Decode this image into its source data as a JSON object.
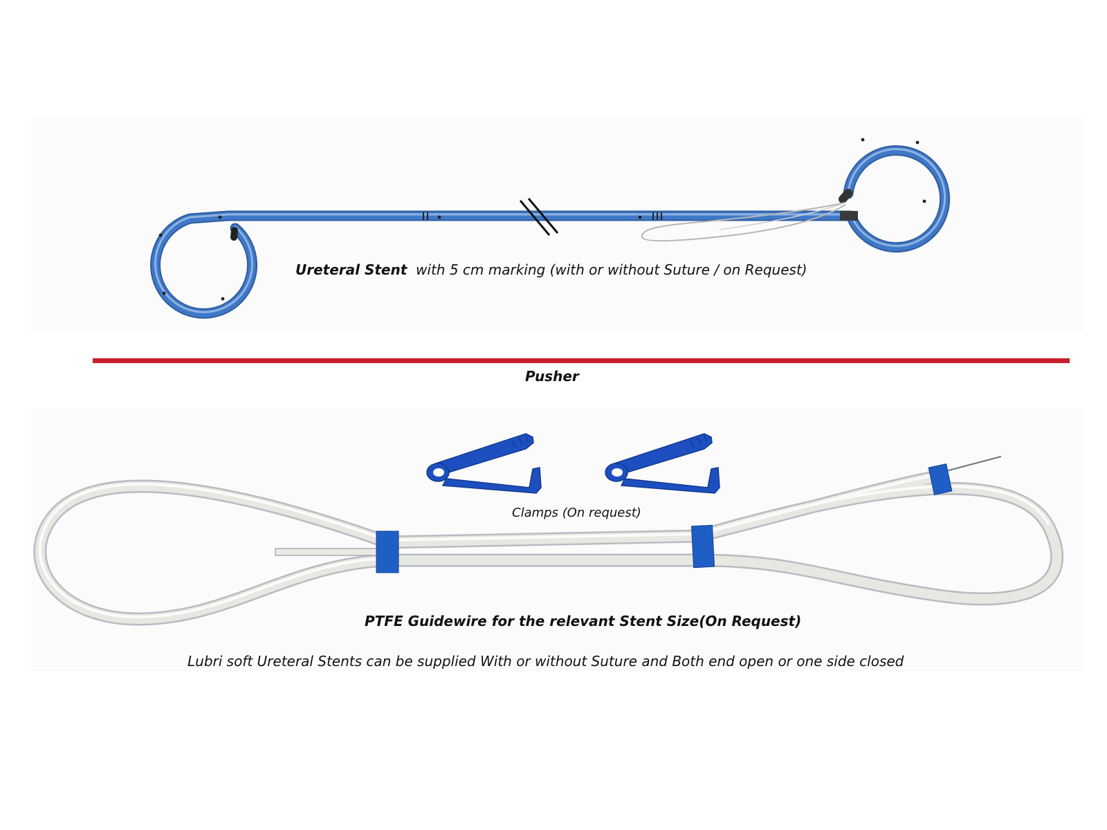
{
  "captions": {
    "stent_name": "Ureteral Stent",
    "stent_detail": "with 5 cm marking  (with or without Suture / on Request)",
    "pusher": "Pusher",
    "clamps": "Clamps (On request)",
    "guidewire": "PTFE Guidewire for the relevant Stent Size(On Request)",
    "note": "Lubri soft Ureteral Stents can be supplied With or without Suture and  Both end open or one side closed"
  },
  "colors": {
    "stent_blue": "#3f78c7",
    "stent_blue_light": "#8fb3e3",
    "pusher_red": "#c8202a",
    "clamp_blue": "#1d4fc0",
    "guide_tube": "#e8e8e2",
    "guide_outline": "#b7bcc2",
    "band_blue": "#1f5fc5",
    "mark_dark": "#222222"
  }
}
